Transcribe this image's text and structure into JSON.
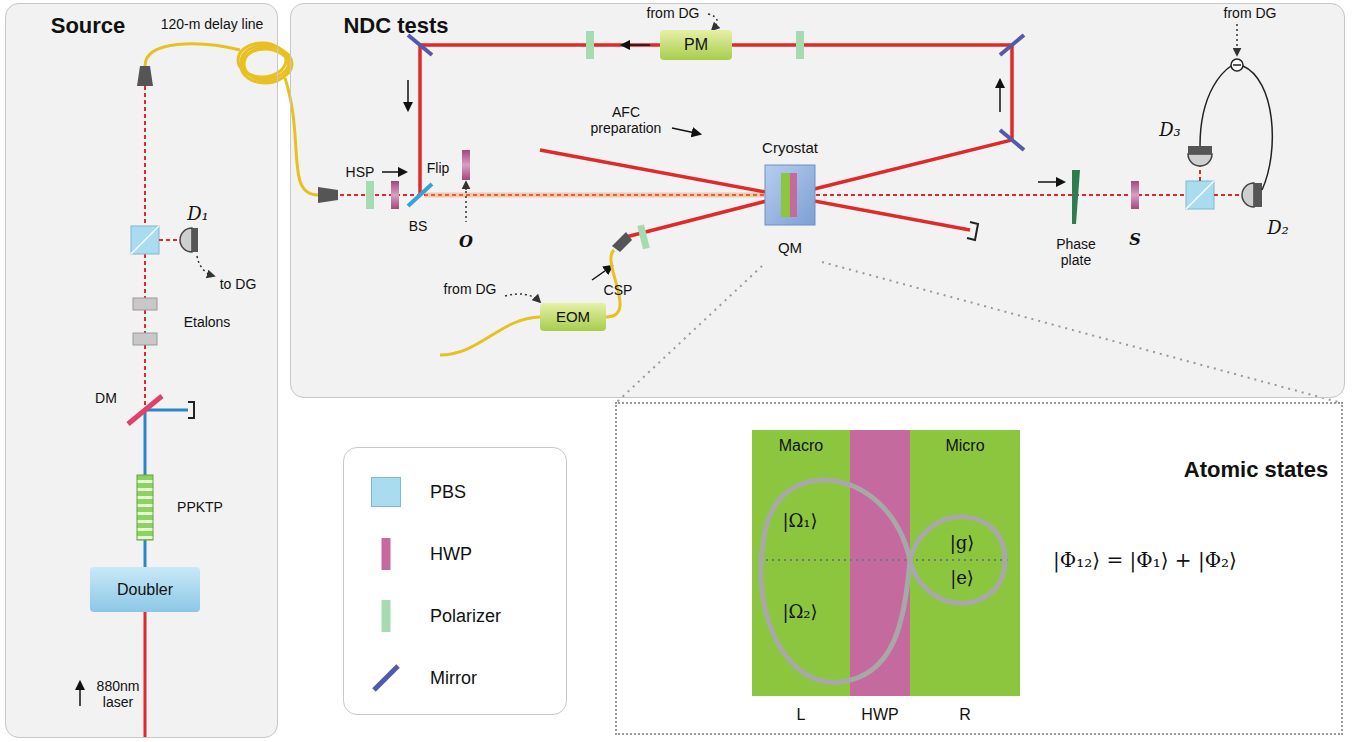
{
  "diagram": {
    "nodes": [
      {
        "text": [
          "Source"
        ]
      },
      {
        "text": [
          "Doubler"
        ],
        "in": 0
      },
      {
        "text": [
          "NDC tests"
        ]
      },
      {
        "text": [
          "PM"
        ],
        "in": 2
      },
      {
        "text": [
          "EOM"
        ],
        "in": 2
      },
      {
        "text": [
          "Cryostat",
          "QM"
        ],
        "in": 2
      },
      {
        "text": [
          "Atomic states"
        ]
      },
      {
        "text": [
          "Macro",
          "|Ω₁⟩",
          "|Ω₂⟩",
          "L"
        ],
        "in": 6
      },
      {
        "text": [
          "HWP"
        ],
        "in": 6
      },
      {
        "text": [
          "Micro",
          "|g⟩",
          "|e⟩",
          "R"
        ],
        "in": 6
      }
    ],
    "labels": [
      "120-m delay line",
      "D₁",
      "to DG",
      "Etalons",
      "DM",
      "PPKTP",
      "880nm laser",
      "HSP",
      "BS",
      "Flip",
      "O",
      "from DG",
      "AFC preparation",
      "from DG",
      "CSP",
      "Phase plate",
      "S",
      "from DG",
      "D₃",
      "D₂",
      "|Φ₁₂⟩ = |Φ₁⟩ + |Φ₂⟩"
    ],
    "legend": [
      {
        "text": "PBS",
        "color": "#a9dcef"
      },
      {
        "text": "HWP",
        "color": "#c56a9e"
      },
      {
        "text": "Polarizer",
        "color": "#a6dbb2"
      },
      {
        "text": "Mirror"
      }
    ]
  }
}
